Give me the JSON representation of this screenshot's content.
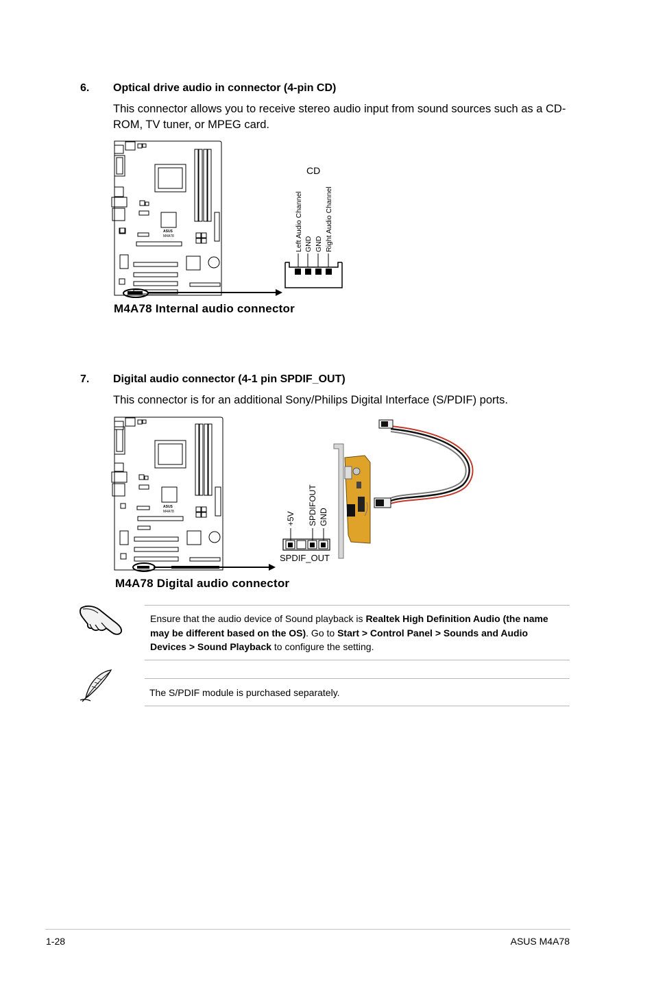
{
  "sections": [
    {
      "number": "6.",
      "title": "Optical drive audio in connector (4-pin CD)",
      "description": "This connector allows you to receive stereo audio input from sound sources such as a CD-ROM, TV tuner, or MPEG card.",
      "figure": {
        "caption": "M4A78 Internal audio connector",
        "board_brand": "ASUS",
        "board_model": "M4A78",
        "connector_name": "CD",
        "pins": [
          "Left Audio Channel",
          "GND",
          "GND",
          "Right Audio Channel"
        ]
      }
    },
    {
      "number": "7.",
      "title": "Digital audio connector (4-1 pin SPDIF_OUT)",
      "description": "This connector is for an additional Sony/Philips Digital Interface (S/PDIF) ports.",
      "figure": {
        "caption": "M4A78 Digital audio connector",
        "board_brand": "ASUS",
        "board_model": "M4A78",
        "connector_name": "SPDIF_OUT",
        "pins": [
          "+5V",
          "SPDIFOUT",
          "GND"
        ]
      }
    }
  ],
  "notes": [
    {
      "icon": "hand-icon",
      "segments": [
        {
          "text": "Ensure that the audio device of Sound playback is ",
          "bold": false
        },
        {
          "text": "Realtek High Definition Audio (the name may be different based on the OS)",
          "bold": true
        },
        {
          "text": ". Go to ",
          "bold": false
        },
        {
          "text": "Start > Control Panel > Sounds and Audio Devices > Sound Playback",
          "bold": true
        },
        {
          "text": " to configure the setting.",
          "bold": false
        }
      ]
    },
    {
      "icon": "feather-pen-icon",
      "text": "The S/PDIF module is purchased separately."
    }
  ],
  "footer": {
    "page_number": "1-28",
    "product": "ASUS M4A78"
  }
}
